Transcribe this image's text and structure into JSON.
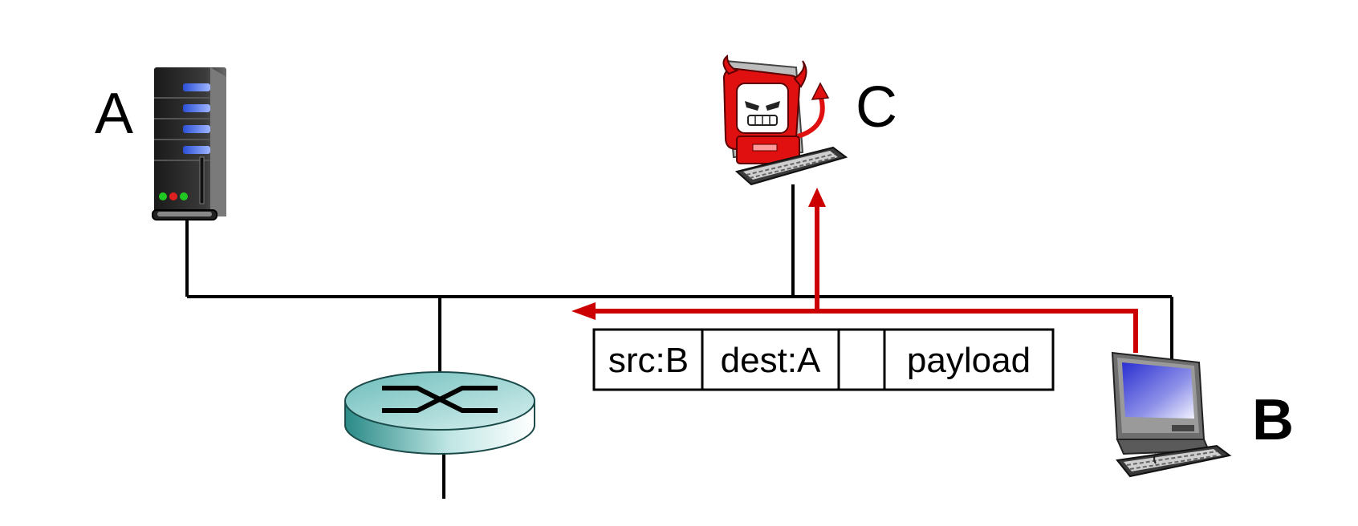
{
  "nodes": {
    "server": {
      "label": "A",
      "icon": "server-icon"
    },
    "attacker": {
      "label": "C",
      "icon": "devil-computer-icon"
    },
    "host": {
      "label": "B",
      "icon": "desktop-computer-icon"
    },
    "router": {
      "icon": "router-icon"
    }
  },
  "packet": {
    "src": "src:B",
    "dest": "dest:A",
    "blank": "",
    "payload": "payload"
  },
  "colors": {
    "link": "#000000",
    "attack_path": "#cc0000",
    "router_top": "#8fd0cf",
    "router_side": "#2e8f8c",
    "screen": "#3b3fd6"
  }
}
